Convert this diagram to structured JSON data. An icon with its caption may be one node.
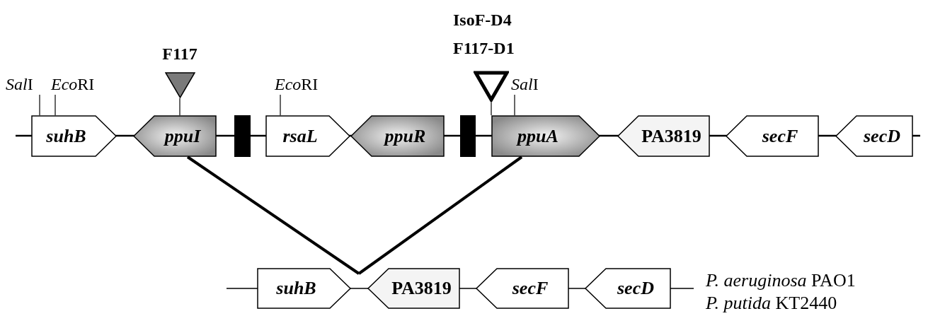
{
  "diagram": {
    "nodes": [
      {
        "text": [
          "F117"
        ]
      },
      {
        "text": [
          "IsoF-D4",
          "F117-D1"
        ]
      },
      {
        "text": [
          "Sal",
          "I"
        ]
      },
      {
        "text": [
          "Eco",
          "RI"
        ]
      },
      {
        "text": [
          "Eco",
          "RI"
        ]
      },
      {
        "text": [
          "Sal",
          "I"
        ]
      },
      {
        "text": [
          "suhB"
        ]
      },
      {
        "text": [
          "ppuI"
        ]
      },
      {
        "text": [],
        "shape": "bar"
      },
      {
        "text": [
          "rsaL"
        ]
      },
      {
        "text": [
          "ppuR"
        ]
      },
      {
        "text": [],
        "shape": "bar"
      },
      {
        "text": [
          "ppuA"
        ]
      },
      {
        "text": [
          "PA3819"
        ]
      },
      {
        "text": [
          "secF"
        ]
      },
      {
        "text": [
          "secD"
        ]
      },
      {
        "text": [
          "suhB"
        ]
      },
      {
        "text": [
          "PA3819"
        ]
      },
      {
        "text": [
          "secF"
        ]
      },
      {
        "text": [
          "secD"
        ]
      }
    ],
    "edges": [
      {
        "from": 0,
        "to": 7,
        "arrow": "none"
      },
      {
        "from": 1,
        "to": 12,
        "arrow": "none"
      },
      {
        "from": 2,
        "to": 6,
        "arrow": "none"
      },
      {
        "from": 3,
        "to": 6,
        "arrow": "none"
      },
      {
        "from": 4,
        "to": 9,
        "arrow": "none"
      },
      {
        "from": 5,
        "to": 12,
        "arrow": "none"
      },
      {
        "from": 7,
        "to": null,
        "arrow": "none",
        "style": "thick"
      },
      {
        "from": 12,
        "to": null,
        "arrow": "none",
        "style": "thick"
      }
    ],
    "labels": [
      "*P. aeruginosa* PAO1",
      "*P. putida* KT2440"
    ]
  }
}
